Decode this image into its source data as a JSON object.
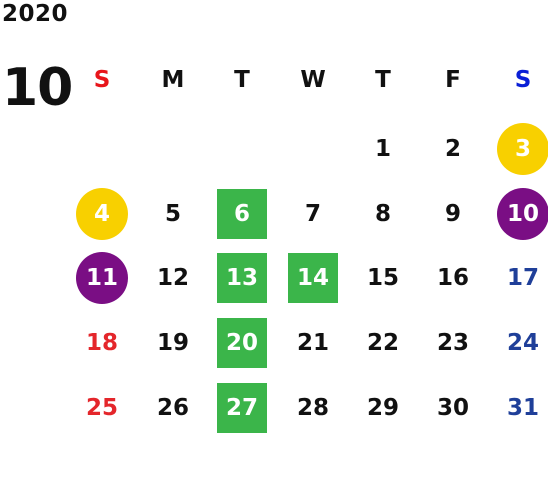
{
  "year": "2020",
  "month": "10",
  "weekdays": [
    {
      "label": "S",
      "color": "#e8151b"
    },
    {
      "label": "M",
      "color": "#111111"
    },
    {
      "label": "T",
      "color": "#111111"
    },
    {
      "label": "W",
      "color": "#111111"
    },
    {
      "label": "T",
      "color": "#111111"
    },
    {
      "label": "F",
      "color": "#111111"
    },
    {
      "label": "S",
      "color": "#0a1fd6"
    }
  ],
  "colors": {
    "sunday": "#e4262b",
    "saturday": "#1f3f99",
    "weekday": "#111111",
    "yellow_marker": "#f8d000",
    "purple_marker": "#7a0e84",
    "green_marker": "#3bb54a"
  },
  "days": [
    {
      "day": "1",
      "col": 4,
      "row": 0
    },
    {
      "day": "2",
      "col": 5,
      "row": 0
    },
    {
      "day": "3",
      "col": 6,
      "row": 0,
      "marker": "yellow-circle"
    },
    {
      "day": "4",
      "col": 0,
      "row": 1,
      "marker": "yellow-circle"
    },
    {
      "day": "5",
      "col": 1,
      "row": 1
    },
    {
      "day": "6",
      "col": 2,
      "row": 1,
      "marker": "green-square"
    },
    {
      "day": "7",
      "col": 3,
      "row": 1
    },
    {
      "day": "8",
      "col": 4,
      "row": 1
    },
    {
      "day": "9",
      "col": 5,
      "row": 1
    },
    {
      "day": "10",
      "col": 6,
      "row": 1,
      "marker": "purple-circle"
    },
    {
      "day": "11",
      "col": 0,
      "row": 2,
      "marker": "purple-circle"
    },
    {
      "day": "12",
      "col": 1,
      "row": 2
    },
    {
      "day": "13",
      "col": 2,
      "row": 2,
      "marker": "green-square"
    },
    {
      "day": "14",
      "col": 3,
      "row": 2,
      "marker": "green-square"
    },
    {
      "day": "15",
      "col": 4,
      "row": 2
    },
    {
      "day": "16",
      "col": 5,
      "row": 2
    },
    {
      "day": "17",
      "col": 6,
      "row": 2
    },
    {
      "day": "18",
      "col": 0,
      "row": 3
    },
    {
      "day": "19",
      "col": 1,
      "row": 3
    },
    {
      "day": "20",
      "col": 2,
      "row": 3,
      "marker": "green-square"
    },
    {
      "day": "21",
      "col": 3,
      "row": 3
    },
    {
      "day": "22",
      "col": 4,
      "row": 3
    },
    {
      "day": "23",
      "col": 5,
      "row": 3
    },
    {
      "day": "24",
      "col": 6,
      "row": 3
    },
    {
      "day": "25",
      "col": 0,
      "row": 4
    },
    {
      "day": "26",
      "col": 1,
      "row": 4
    },
    {
      "day": "27",
      "col": 2,
      "row": 4,
      "marker": "green-square"
    },
    {
      "day": "28",
      "col": 3,
      "row": 4
    },
    {
      "day": "29",
      "col": 4,
      "row": 4
    },
    {
      "day": "30",
      "col": 5,
      "row": 4
    },
    {
      "day": "31",
      "col": 6,
      "row": 4
    }
  ]
}
